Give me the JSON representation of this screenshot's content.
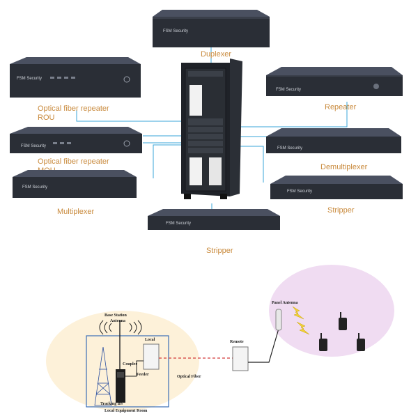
{
  "devices": {
    "duplexer": {
      "brand": "FSM Security",
      "label": "Duplexer"
    },
    "rou": {
      "brand": "FSM Security",
      "label_line1": "Optical fiber repeater",
      "label_line2": "ROU"
    },
    "repeater": {
      "brand": "FSM Security",
      "label": "Repeater"
    },
    "mou": {
      "brand": "FSM Security",
      "label_line1": "Optical fiber repeater",
      "label_line2": "MOU"
    },
    "demultiplexer": {
      "brand": "FSM Security",
      "label": "Demultiplexer"
    },
    "multiplexer": {
      "brand": "FSM Security",
      "label": "Multiplexer"
    },
    "stripper_right": {
      "brand": "FSM Security",
      "label": "Stripper"
    },
    "stripper_bottom": {
      "brand": "FSM Security",
      "label": "Stripper"
    }
  },
  "system": {
    "base_station_antenna_line1": "Base Station",
    "base_station_antenna_line2": "Antenna",
    "local": "Local",
    "coupler": "Coupler",
    "feeder": "Feeder",
    "optical_fiber": "Optical Fiber",
    "remote": "Remote",
    "panel_antenna": "Panel Antenna",
    "tracking_bs": "Tracking BS",
    "local_equipment_room": "Local Equipment Room"
  },
  "colors": {
    "connector_line": "#3aa6d8",
    "label_text": "#c98a3c",
    "device_body": "#2a2e36",
    "left_ellipse": "#fdf1d9",
    "right_ellipse": "#f0dcf2",
    "fiber_line": "#d23a3a"
  }
}
